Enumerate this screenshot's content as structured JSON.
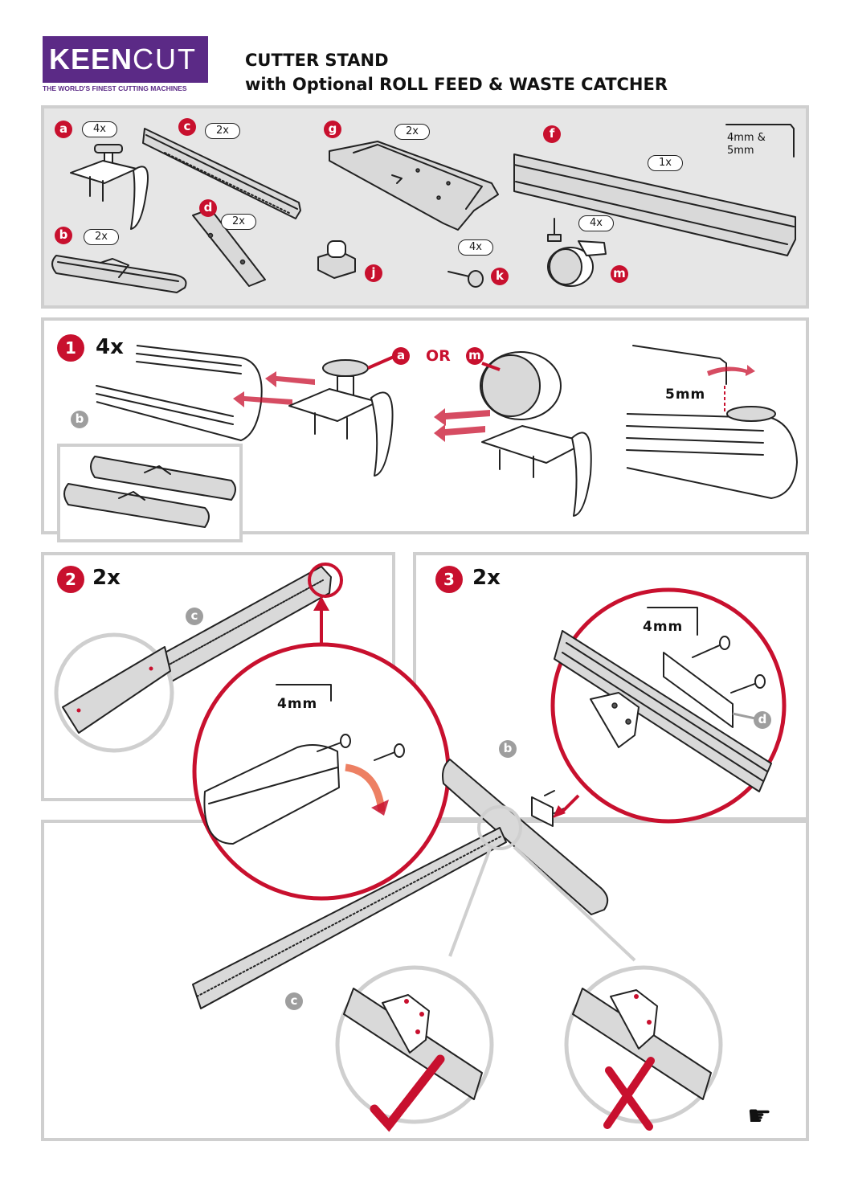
{
  "header": {
    "logo_brand_a": "KEEN",
    "logo_brand_b": "CUT",
    "logo_tagline": "THE WORLD'S FINEST CUTTING MACHINES",
    "title_line1": "CUTTER STAND",
    "title_line2": "with Optional ROLL FEED & WASTE CATCHER"
  },
  "parts": {
    "a": {
      "label": "a",
      "qty": "4x"
    },
    "b": {
      "label": "b",
      "qty": "2x"
    },
    "c": {
      "label": "c",
      "qty": "2x"
    },
    "d": {
      "label": "d",
      "qty": "2x"
    },
    "g": {
      "label": "g",
      "qty": "2x"
    },
    "f": {
      "label": "f",
      "qty": "1x"
    },
    "j": {
      "label": "j"
    },
    "k": {
      "label": "k",
      "qty": "4x"
    },
    "m": {
      "label": "m",
      "qty": "4x"
    },
    "tools": "4mm & 5mm"
  },
  "step1": {
    "number": "1",
    "count": "4x",
    "label_a": "a",
    "or_text": "OR",
    "label_m": "m",
    "label_b": "b",
    "tool": "5mm"
  },
  "step2": {
    "number": "2",
    "count": "2x",
    "label_c": "c",
    "tool": "4mm"
  },
  "step3": {
    "number": "3",
    "count": "2x",
    "label_b": "b",
    "label_c": "c",
    "label_d": "d",
    "tool": "4mm"
  },
  "icons": [
    "allen-key-icon",
    "check-icon",
    "cross-icon",
    "pointing-hand-icon",
    "rotate-arrow-icon"
  ],
  "colors": {
    "brand": "#5b2a86",
    "accent": "#c8102e",
    "panel_border": "#cfcfcf",
    "parts_bg": "#e6e6e6"
  }
}
